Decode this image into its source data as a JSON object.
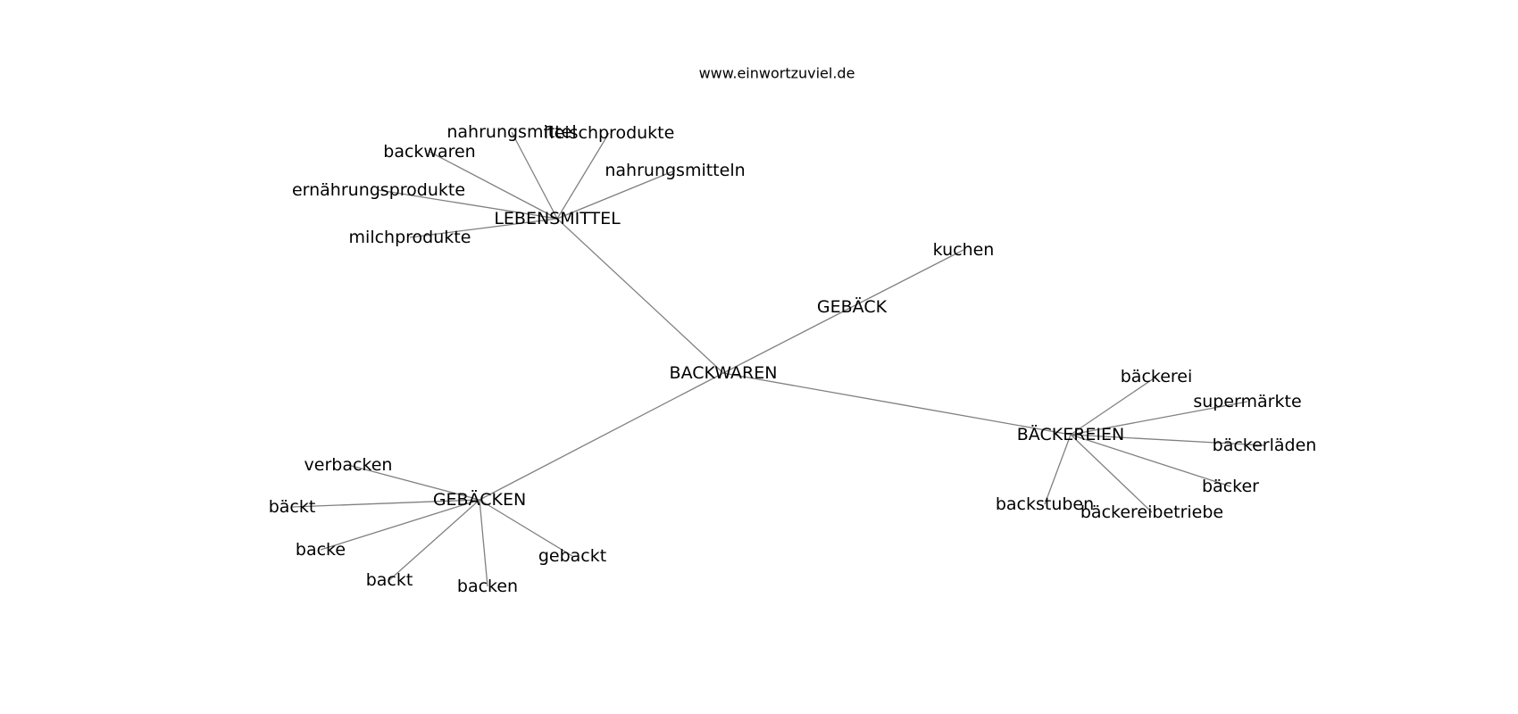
{
  "source_text": "www.einwortzuviel.de",
  "colors": {
    "edge": "#808080",
    "label": "#000000",
    "background": "#ffffff"
  },
  "nodes": [
    {
      "id": "backwaren_hub",
      "label": "BACKWAREN"
    },
    {
      "id": "lebensmittel",
      "label": "LEBENSMITTEL"
    },
    {
      "id": "geback",
      "label": "GEBÄCK"
    },
    {
      "id": "backereien",
      "label": "BÄCKEREIEN"
    },
    {
      "id": "gebacken",
      "label": "GEBÄCKEN"
    },
    {
      "id": "nahrungsmittel",
      "label": "nahrungsmittel"
    },
    {
      "id": "fleischprodukte",
      "label": "fleischprodukte"
    },
    {
      "id": "backwaren_leaf",
      "label": "backwaren"
    },
    {
      "id": "nahrungsmitteln",
      "label": "nahrungsmitteln"
    },
    {
      "id": "ernaehrungsprodukte",
      "label": "ernährungsprodukte"
    },
    {
      "id": "milchprodukte",
      "label": "milchprodukte"
    },
    {
      "id": "kuchen",
      "label": "kuchen"
    },
    {
      "id": "baeckerei",
      "label": "bäckerei"
    },
    {
      "id": "supermaerkte",
      "label": "supermärkte"
    },
    {
      "id": "baeckerlaeden",
      "label": "bäckerläden"
    },
    {
      "id": "baecker",
      "label": "bäcker"
    },
    {
      "id": "backstuben",
      "label": "backstuben"
    },
    {
      "id": "baeckereibetriebe",
      "label": "bäckereibetriebe"
    },
    {
      "id": "verbacken",
      "label": "verbacken"
    },
    {
      "id": "baeckt",
      "label": "bäckt"
    },
    {
      "id": "backe",
      "label": "backe"
    },
    {
      "id": "backt",
      "label": "backt"
    },
    {
      "id": "backen",
      "label": "backen"
    },
    {
      "id": "gebackt",
      "label": "gebackt"
    }
  ],
  "edges": [
    [
      "backwaren_hub",
      "lebensmittel"
    ],
    [
      "backwaren_hub",
      "geback"
    ],
    [
      "backwaren_hub",
      "backereien"
    ],
    [
      "backwaren_hub",
      "gebacken"
    ],
    [
      "lebensmittel",
      "nahrungsmittel"
    ],
    [
      "lebensmittel",
      "fleischprodukte"
    ],
    [
      "lebensmittel",
      "backwaren_leaf"
    ],
    [
      "lebensmittel",
      "nahrungsmitteln"
    ],
    [
      "lebensmittel",
      "ernaehrungsprodukte"
    ],
    [
      "lebensmittel",
      "milchprodukte"
    ],
    [
      "geback",
      "kuchen"
    ],
    [
      "backereien",
      "baeckerei"
    ],
    [
      "backereien",
      "supermaerkte"
    ],
    [
      "backereien",
      "baeckerlaeden"
    ],
    [
      "backereien",
      "baecker"
    ],
    [
      "backereien",
      "backstuben"
    ],
    [
      "backereien",
      "baeckereibetriebe"
    ],
    [
      "gebacken",
      "verbacken"
    ],
    [
      "gebacken",
      "baeckt"
    ],
    [
      "gebacken",
      "backe"
    ],
    [
      "gebacken",
      "backt"
    ],
    [
      "gebacken",
      "backen"
    ],
    [
      "gebacken",
      "gebackt"
    ]
  ]
}
